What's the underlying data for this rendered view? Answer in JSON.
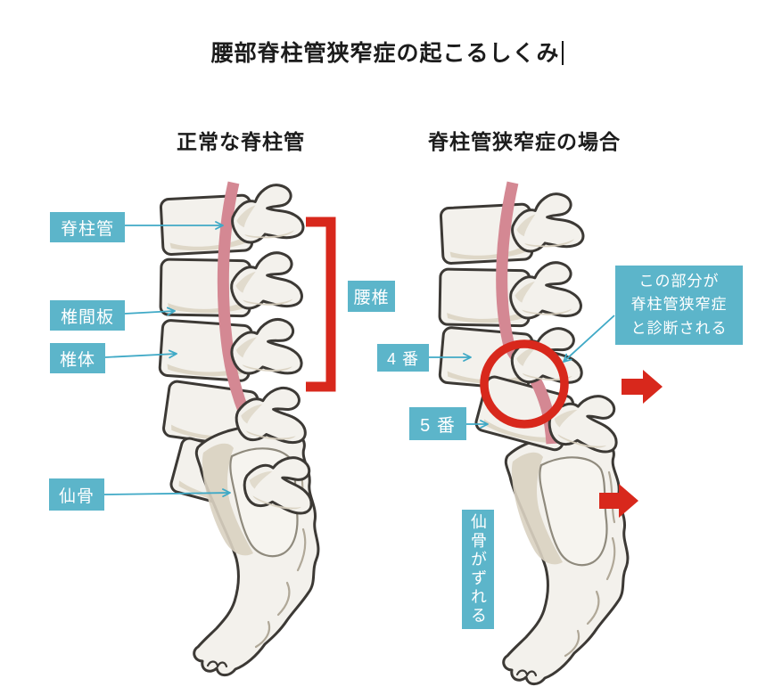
{
  "title": {
    "text": "腰部脊柱管狭窄症の起こるしくみ"
  },
  "left_panel": {
    "heading": "正常な脊柱管",
    "labels": {
      "spinal_canal": "脊柱管",
      "intervertebral_disc": "椎間板",
      "vertebral_body": "椎体",
      "lumbar_spine": "腰椎",
      "sacrum": "仙骨"
    }
  },
  "right_panel": {
    "heading": "脊柱管狭窄症の場合",
    "labels": {
      "vertebra_4": "4 番",
      "vertebra_5": "5 番",
      "sacrum_shift": "仙骨がずれる"
    },
    "callout": {
      "line1": "この部分が",
      "line2": "脊柱管狭窄症",
      "line3": "と診断される"
    }
  },
  "colors": {
    "label_teal": "#5cb5ca",
    "accent_red": "#d8281c",
    "canal_pink": "#d48893",
    "bone_fill": "#f3f1ec",
    "bone_shadow": "#d9d2c1",
    "outline_dark": "#3c3935"
  }
}
